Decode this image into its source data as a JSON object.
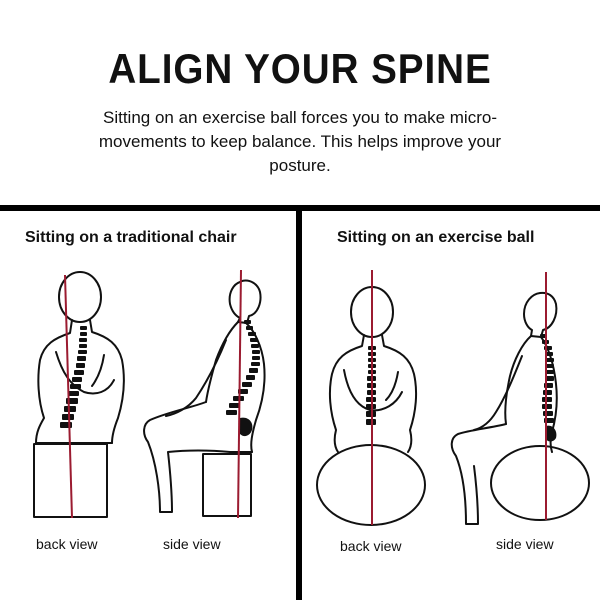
{
  "header": {
    "title": "ALIGN YOUR SPINE",
    "subtitle": "Sitting on an exercise ball forces you to make micro-movements to keep balance. This helps improve your posture."
  },
  "panels": [
    {
      "heading": "Sitting on a traditional chair",
      "captions": [
        "back view",
        "side view"
      ]
    },
    {
      "heading": "Sitting on an exercise ball",
      "captions": [
        "back view",
        "side view"
      ]
    }
  ],
  "colors": {
    "spine_line": "#9b1b30",
    "outline": "#111111",
    "divider": "#000000"
  }
}
